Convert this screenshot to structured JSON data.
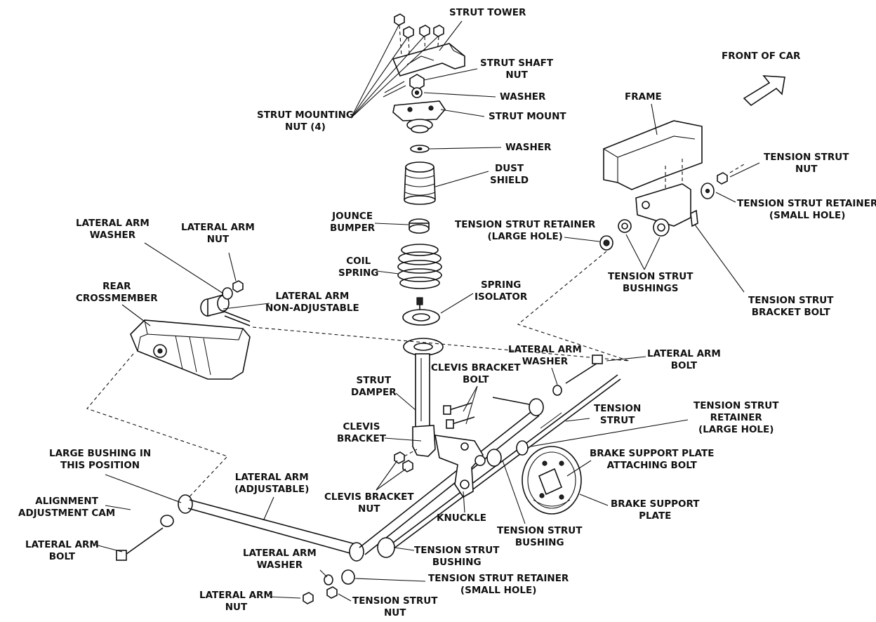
{
  "labels": {
    "strut_tower": "STRUT TOWER",
    "strut_shaft_nut": "STRUT SHAFT\nNUT",
    "washer_top": "WASHER",
    "strut_mount": "STRUT MOUNT",
    "strut_mounting_nut": "STRUT MOUNTING\nNUT (4)",
    "washer_mid": "WASHER",
    "dust_shield": "DUST\nSHIELD",
    "jounce_bumper": "JOUNCE\nBUMPER",
    "coil_spring": "COIL\nSPRING",
    "spring_isolator": "SPRING\nISOLATOR",
    "strut_damper": "STRUT\nDAMPER",
    "clevis_bracket_bolt": "CLEVIS BRACKET\nBOLT",
    "clevis_bracket": "CLEVIS\nBRACKET",
    "clevis_bracket_nut": "CLEVIS BRACKET\nNUT",
    "front_of_car": "FRONT OF CAR",
    "frame": "FRAME",
    "tension_strut_nut_top": "TENSION STRUT\nNUT",
    "tension_strut_retainer_small_top": "TENSION STRUT RETAINER\n(SMALL HOLE)",
    "tension_strut_retainer_large_top": "TENSION STRUT RETAINER\n(LARGE HOLE)",
    "tension_strut_bushings": "TENSION STRUT\nBUSHINGS",
    "tension_strut_bracket_bolt": "TENSION STRUT\nBRACKET BOLT",
    "lateral_arm_washer_left": "LATERAL ARM\nWASHER",
    "lateral_arm_nut_left": "LATERAL ARM\nNUT",
    "rear_crossmember": "REAR\nCROSSMEMBER",
    "lateral_arm_non_adjustable": "LATERAL ARM\nNON-ADJUSTABLE",
    "lateral_arm_washer_right": "LATERAL ARM\nWASHER",
    "lateral_arm_bolt_right": "LATERAL ARM\nBOLT",
    "tension_strut": "TENSION\nSTRUT",
    "tension_strut_retainer_large_right": "TENSION STRUT\nRETAINER\n(LARGE HOLE)",
    "brake_support_plate_bolt": "BRAKE SUPPORT PLATE\nATTACHING BOLT",
    "brake_support_plate": "BRAKE SUPPORT\nPLATE",
    "large_bushing": "LARGE BUSHING IN\nTHIS POSITION",
    "lateral_arm_adjustable": "LATERAL ARM\n(ADJUSTABLE)",
    "alignment_adjustment_cam": "ALIGNMENT\nADJUSTMENT CAM",
    "lateral_arm_bolt_left": "LATERAL ARM\nBOLT",
    "knuckle": "KNUCKLE",
    "tension_strut_bushing_right": "TENSION STRUT\nBUSHING",
    "tension_strut_bushing_bottom": "TENSION STRUT\nBUSHING",
    "lateral_arm_washer_bottom": "LATERAL ARM\nWASHER",
    "tension_strut_retainer_small_bottom": "TENSION STRUT RETAINER\n(SMALL HOLE)",
    "lateral_arm_nut_bottom": "LATERAL ARM\nNUT",
    "tension_strut_nut_bottom": "TENSION STRUT\nNUT"
  }
}
